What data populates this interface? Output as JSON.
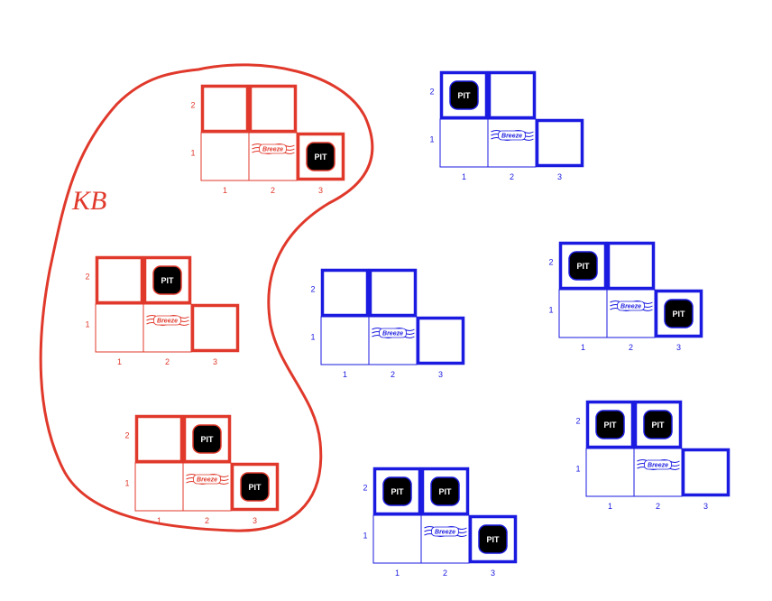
{
  "kb": {
    "label": "KB",
    "color": "#e0392b"
  },
  "colors": {
    "kb": "#e0392b",
    "other": "#1a1ae0",
    "pit_fill": "#000000"
  },
  "labels": {
    "pit": "PIT",
    "breeze": "Breeze"
  },
  "axis": {
    "cols": [
      "1",
      "2",
      "3"
    ],
    "rows": [
      "2",
      "1"
    ]
  },
  "worlds": [
    {
      "id": "kb-world-1",
      "group": "kb",
      "pits": [
        "3,1"
      ],
      "breeze": "2,1"
    },
    {
      "id": "kb-world-2",
      "group": "kb",
      "pits": [
        "2,2"
      ],
      "breeze": "2,1"
    },
    {
      "id": "kb-world-3",
      "group": "kb",
      "pits": [
        "2,2",
        "3,1"
      ],
      "breeze": "2,1"
    },
    {
      "id": "world-4",
      "group": "other",
      "pits": [
        "1,2"
      ],
      "breeze": "2,1"
    },
    {
      "id": "world-5",
      "group": "other",
      "pits": [],
      "breeze": "2,1"
    },
    {
      "id": "world-6",
      "group": "other",
      "pits": [
        "1,2",
        "3,1"
      ],
      "breeze": "2,1"
    },
    {
      "id": "world-7",
      "group": "other",
      "pits": [
        "1,2",
        "2,2"
      ],
      "breeze": "2,1"
    },
    {
      "id": "world-8",
      "group": "other",
      "pits": [
        "1,2",
        "2,2",
        "3,1"
      ],
      "breeze": "2,1"
    }
  ]
}
